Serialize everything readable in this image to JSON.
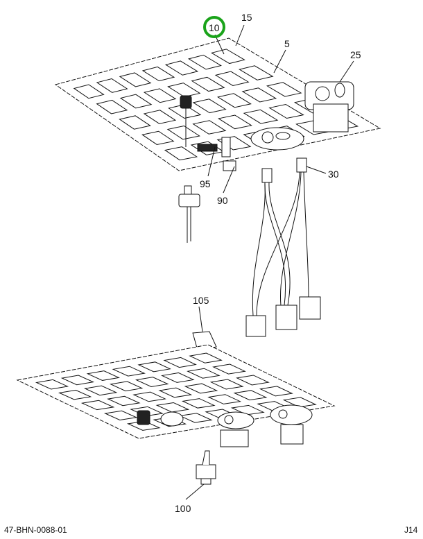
{
  "diagram": {
    "callouts": [
      {
        "id": "10",
        "highlighted": true
      },
      {
        "id": "15"
      },
      {
        "id": "5"
      },
      {
        "id": "25"
      },
      {
        "id": "95"
      },
      {
        "id": "90"
      },
      {
        "id": "30"
      },
      {
        "id": "105"
      },
      {
        "id": "100"
      }
    ],
    "highlight_color": "#1aa31a",
    "drawing_number": "47-BHN-0088-01",
    "sheet_code": "J14"
  }
}
